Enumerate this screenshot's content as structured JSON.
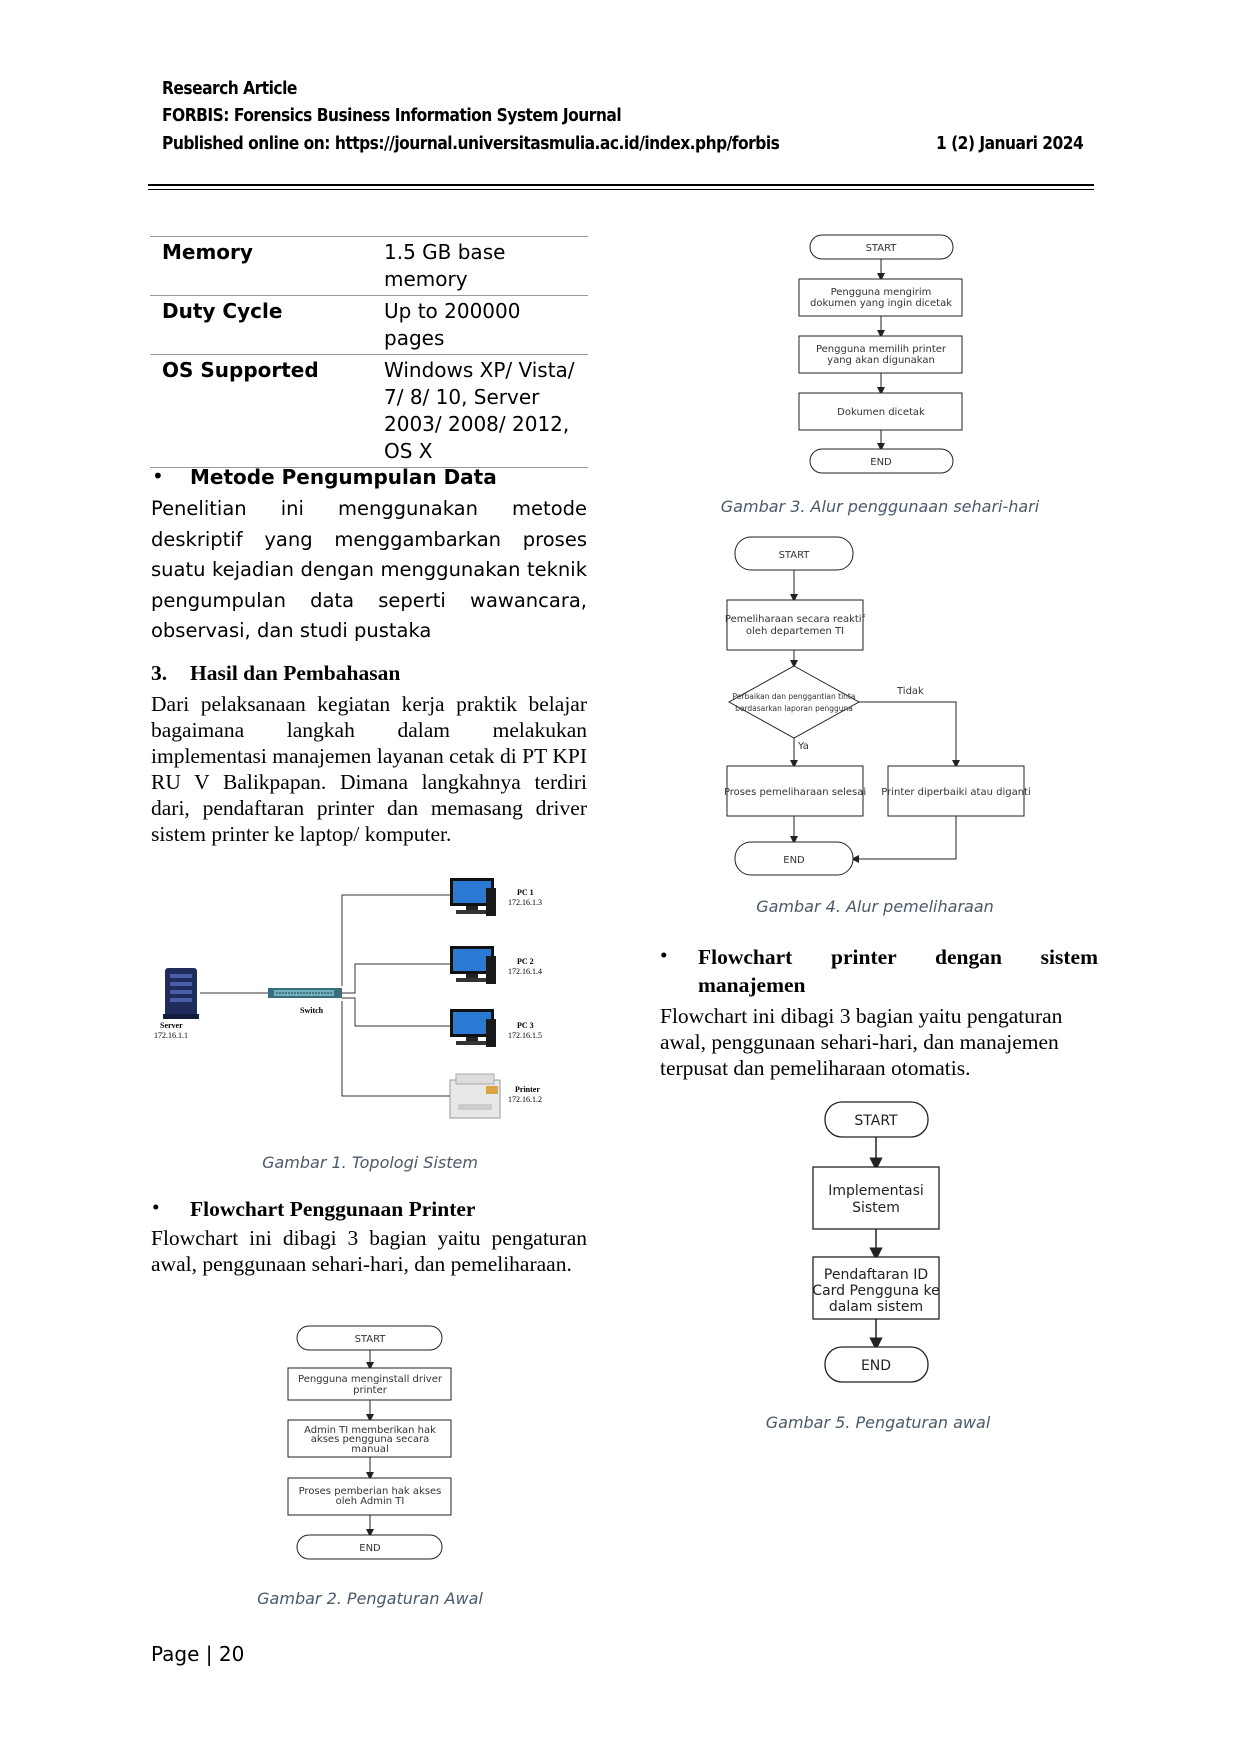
{
  "header": {
    "line1": "Research Article",
    "line2": "FORBIS: Forensics Business Information System Journal",
    "line3": "Published online on: https://journal.universitasmulia.ac.id/index.php/forbis",
    "issue": "1 (2) Januari 2024"
  },
  "spec_table": [
    {
      "key": "Memory",
      "val": "1.5 GB base memory"
    },
    {
      "key": "Duty Cycle",
      "val": "Up to 200000 pages"
    },
    {
      "key": "OS Supported",
      "val": "Windows XP/ Vista/ 7/ 8/ 10, Server 2003/ 2008/ 2012, OS X"
    }
  ],
  "left": {
    "metode_heading": "Metode Pengumpulan Data",
    "metode_text": "Penelitian ini menggunakan metode deskriptif yang menggambarkan proses suatu kejadian dengan menggunakan teknik pengumpulan data seperti wawancara, observasi, dan studi pustaka",
    "section_num": "3.",
    "section_title": "Hasil dan Pembahasan",
    "section_text": "Dari pelaksanaan kegiatan kerja praktik belajar bagaimana langkah dalam melakukan implementasi manajemen layanan cetak di PT KPI RU V Balikpapan. Dimana langkahnya terdiri dari, pendaftaran printer dan memasang driver sistem printer ke laptop/ komputer.",
    "fig1_caption": "Gambar 1. Topologi Sistem",
    "flow_heading": "Flowchart Penggunaan Printer",
    "flow_text": "Flowchart ini dibagi 3 bagian yaitu pengaturan awal, penggunaan sehari-hari, dan pemeliharaan.",
    "fig2_caption": "Gambar 2. Pengaturan Awal"
  },
  "topology": {
    "server": "Server",
    "server_ip": "172.16.1.1",
    "switch": "Switch",
    "pc1": "PC 1",
    "pc1_ip": "172.16.1.3",
    "pc2": "PC 2",
    "pc2_ip": "172.16.1.4",
    "pc3": "PC 3",
    "pc3_ip": "172.16.1.5",
    "printer": "Printer",
    "printer_ip": "172.16.1.2"
  },
  "fig2": {
    "start": "START",
    "s1a": "Pengguna menginstall driver",
    "s1b": "printer",
    "s2a": "Admin TI memberikan hak",
    "s2b": "akses pengguna secara",
    "s2c": "manual",
    "s3a": "Proses pemberian hak akses",
    "s3b": "oleh Admin TI",
    "end": "END"
  },
  "fig3": {
    "start": "START",
    "s1a": "Pengguna mengirim",
    "s1b": "dokumen yang ingin dicetak",
    "s2a": "Pengguna memilih printer",
    "s2b": "yang akan digunakan",
    "s3": "Dokumen dicetak",
    "end": "END",
    "caption": "Gambar 3. Alur penggunaan sehari-hari"
  },
  "fig4": {
    "start": "START",
    "s1a": "Pemeliharaan secara reaktif",
    "s1b": "oleh departemen TI",
    "d1a": "Perbaikan dan penggantian tinta",
    "d1b": "berdasarkan laporan pengguna",
    "no": "Tidak",
    "yes": "Ya",
    "left_box": "Proses pemeliharaan selesai",
    "right_box": "Printer diperbaiki atau diganti",
    "end": "END",
    "caption": "Gambar 4. Alur pemeliharaan"
  },
  "right": {
    "flow2_heading_a": "Flowchart printer dengan sistem",
    "flow2_heading_b": "manajemen",
    "flow2_text": "Flowchart ini dibagi 3 bagian yaitu pengaturan awal, penggunaan sehari-hari, dan manajemen terpusat dan pemeliharaan otomatis."
  },
  "fig5": {
    "start": "START",
    "s1a": "Implementasi",
    "s1b": "Sistem",
    "s2a": "Pendaftaran ID",
    "s2b": "Card Pengguna ke",
    "s2c": "dalam sistem",
    "end": "END",
    "caption": "Gambar 5. Pengaturan awal"
  },
  "footer": {
    "page": "Page | 20"
  }
}
